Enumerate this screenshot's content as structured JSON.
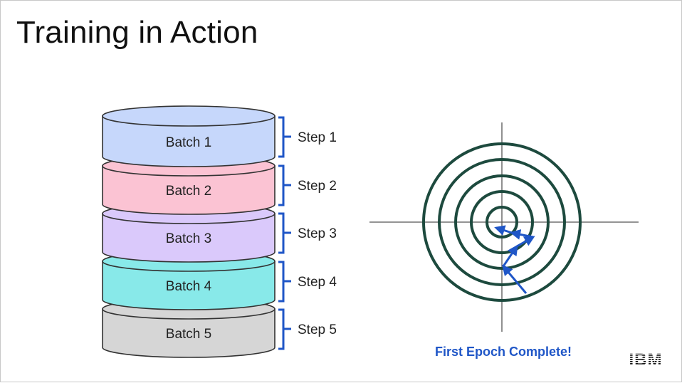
{
  "slide": {
    "title": "Training in Action"
  },
  "dataset": {
    "batches": [
      {
        "label": "Batch 1",
        "color": "#c6d7fb"
      },
      {
        "label": "Batch 2",
        "color": "#fbc3d3"
      },
      {
        "label": "Batch 3",
        "color": "#dac9fb"
      },
      {
        "label": "Batch 4",
        "color": "#88e9e9"
      },
      {
        "label": "Batch 5",
        "color": "#d6d6d6"
      }
    ],
    "steps": [
      "Step 1",
      "Step 2",
      "Step 3",
      "Step 4",
      "Step 5"
    ],
    "bracket_color": "#1f56c7"
  },
  "contour": {
    "ring_color": "#1d4a3e",
    "axis_color": "#555555",
    "path_color": "#1f56c7",
    "caption": "First Epoch Complete!"
  },
  "brand": {
    "logo_text": "IBM"
  }
}
